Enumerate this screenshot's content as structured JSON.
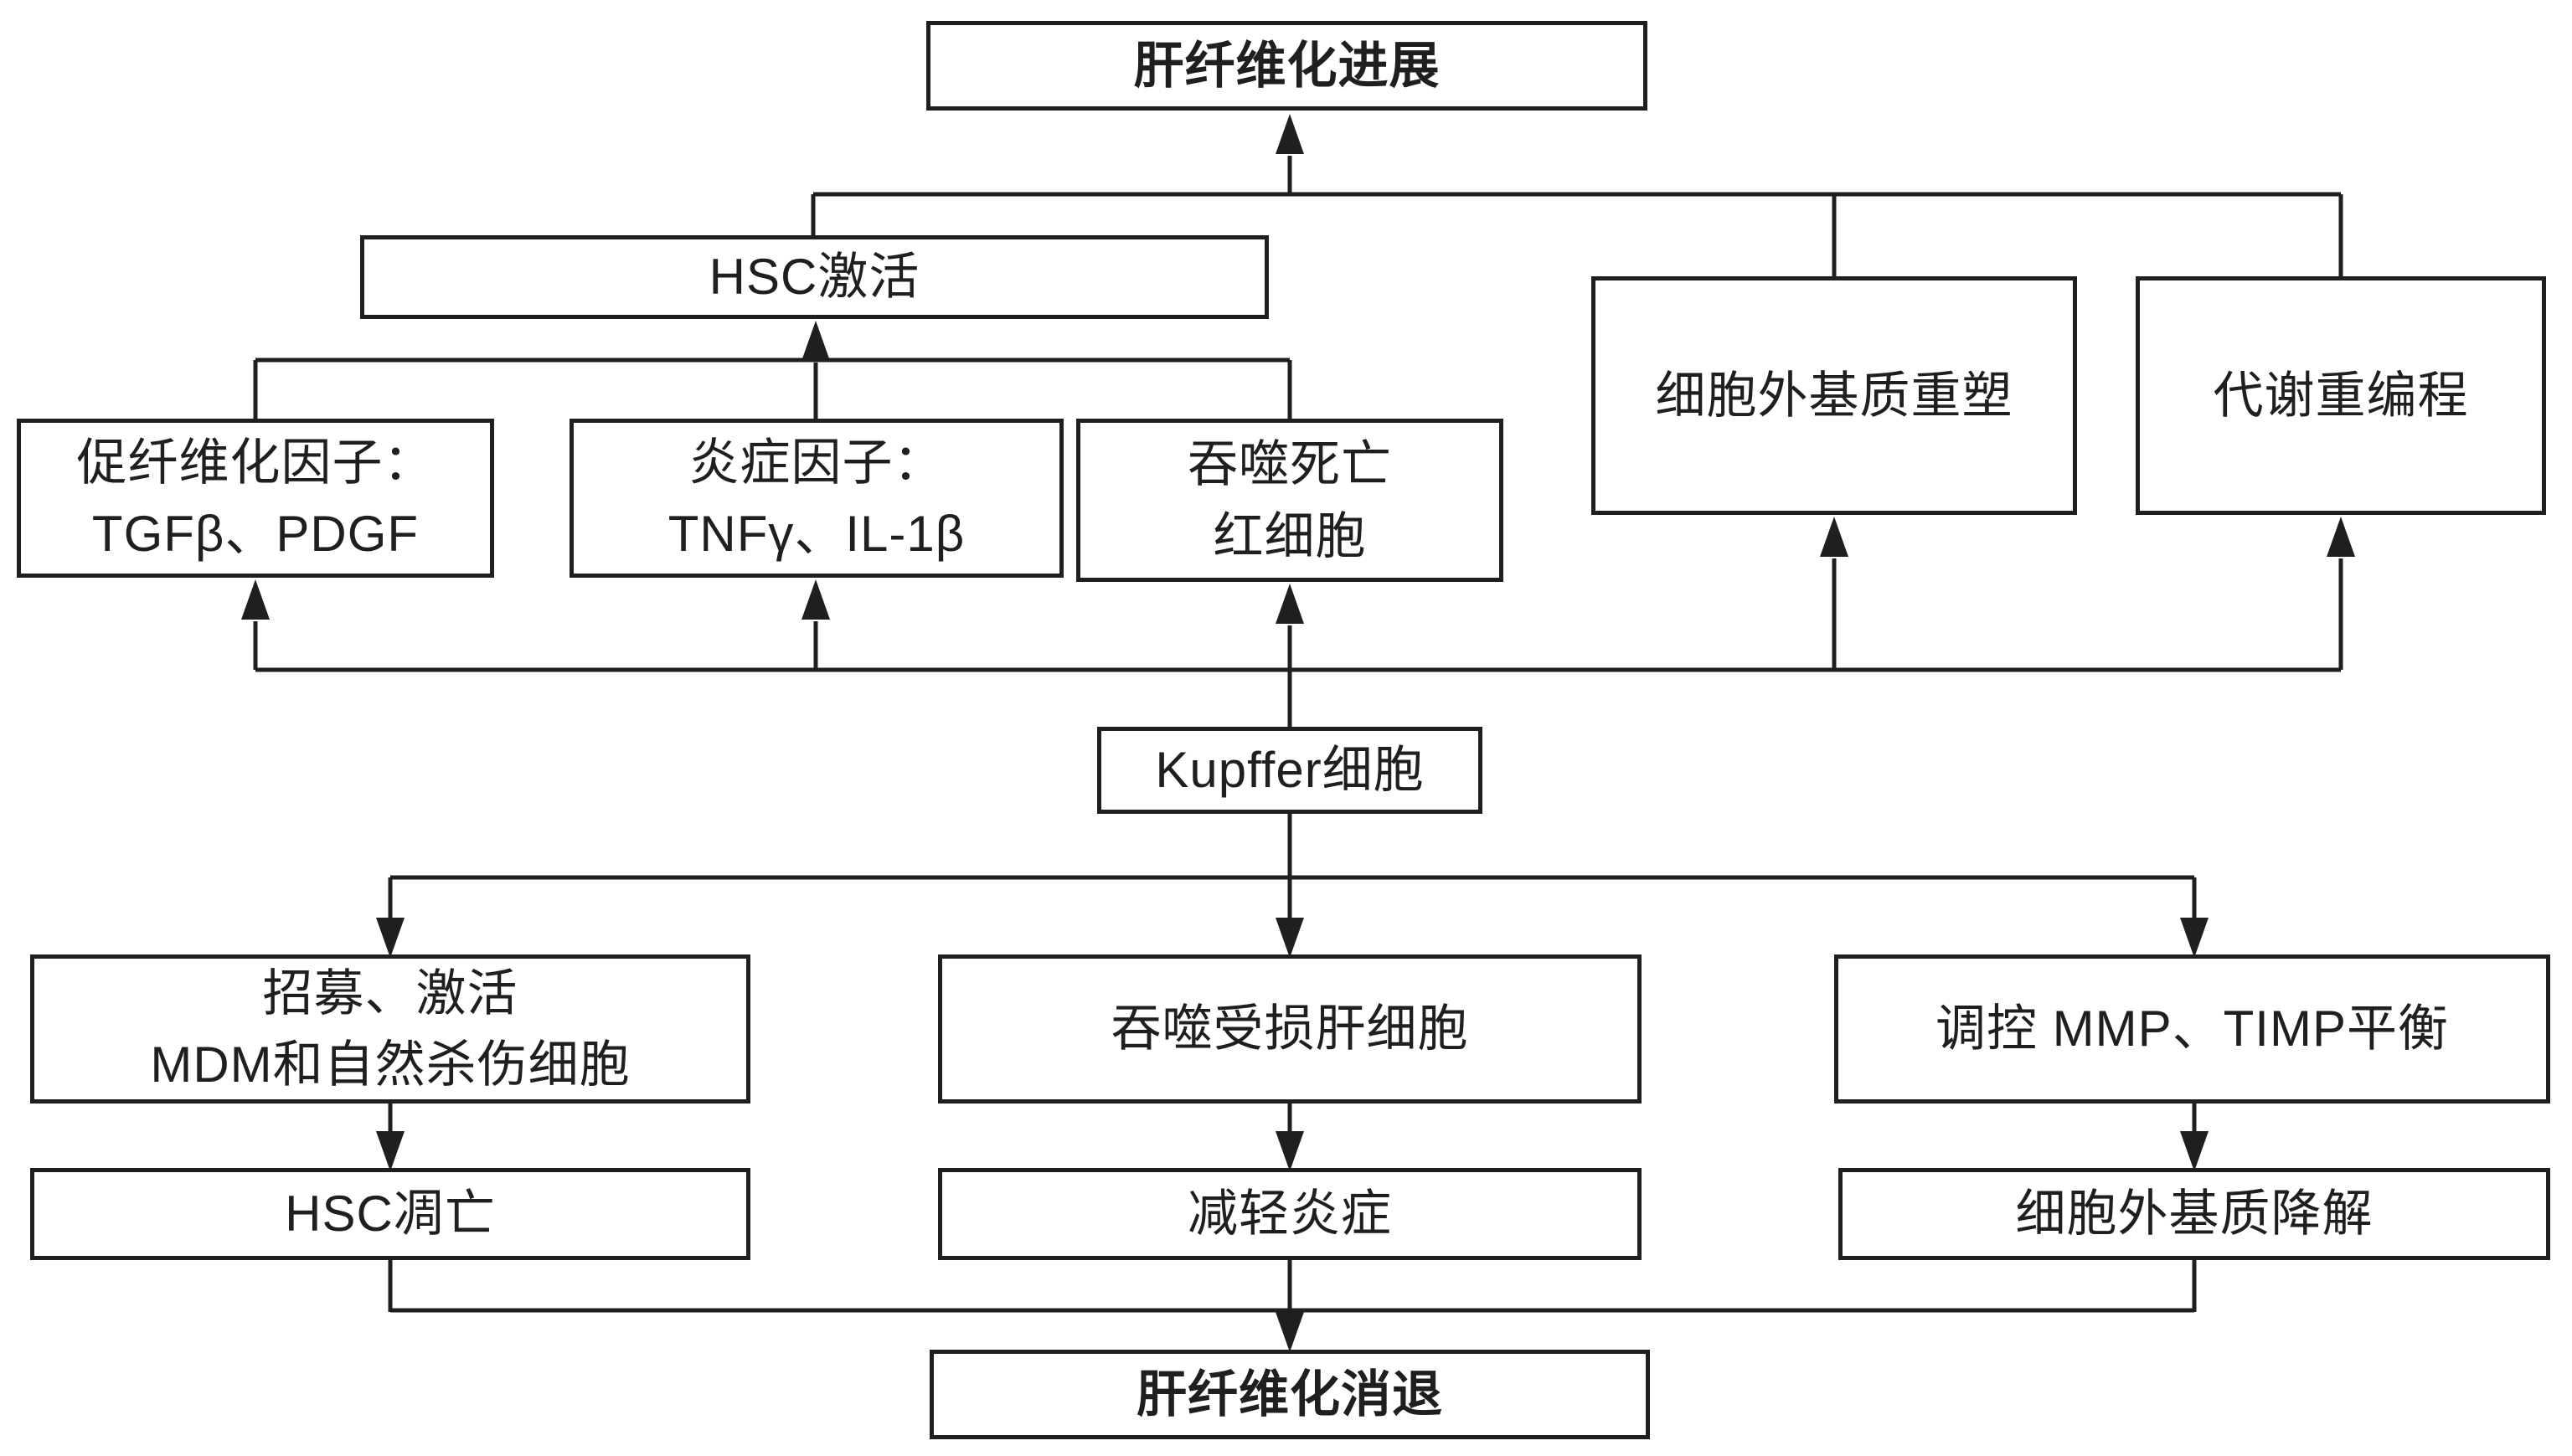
{
  "diagram": {
    "colors": {
      "background": "#ffffff",
      "line": "#1f1f1f",
      "text": "#1f1f1f"
    },
    "nodes": {
      "fibrosis_progression": "肝纤维化进展",
      "hsc_activation": "HSC激活",
      "profibrotic_factors": "促纤维化因子：\nTGFβ、PDGF",
      "inflammatory_factors": "炎症因子：\nTNFγ、IL-1β",
      "phagocytose_dead_rbc": "吞噬死亡\n红细胞",
      "ecm_remodeling": "细胞外基质重塑",
      "metabolic_reprogramming": "代谢重编程",
      "kupffer_cell": "Kupffer细胞",
      "recruit_activate_mdm_nk": "招募、激活\nMDM和自然杀伤细胞",
      "phagocytose_damaged_hepatocytes": "吞噬受损肝细胞",
      "regulate_mmp_timp_balance": "调控 MMP、TIMP平衡",
      "hsc_apoptosis": "HSC凋亡",
      "reduce_inflammation": "减轻炎症",
      "ecm_degradation": "细胞外基质降解",
      "fibrosis_regression": "肝纤维化消退"
    },
    "edges": [
      {
        "from": "kupffer_cell",
        "to": "profibrotic_factors"
      },
      {
        "from": "kupffer_cell",
        "to": "inflammatory_factors"
      },
      {
        "from": "kupffer_cell",
        "to": "phagocytose_dead_rbc"
      },
      {
        "from": "kupffer_cell",
        "to": "ecm_remodeling"
      },
      {
        "from": "kupffer_cell",
        "to": "metabolic_reprogramming"
      },
      {
        "from": "profibrotic_factors",
        "to": "hsc_activation"
      },
      {
        "from": "inflammatory_factors",
        "to": "hsc_activation"
      },
      {
        "from": "phagocytose_dead_rbc",
        "to": "hsc_activation"
      },
      {
        "from": "hsc_activation",
        "to": "fibrosis_progression"
      },
      {
        "from": "ecm_remodeling",
        "to": "fibrosis_progression"
      },
      {
        "from": "metabolic_reprogramming",
        "to": "fibrosis_progression"
      },
      {
        "from": "kupffer_cell",
        "to": "recruit_activate_mdm_nk"
      },
      {
        "from": "kupffer_cell",
        "to": "phagocytose_damaged_hepatocytes"
      },
      {
        "from": "kupffer_cell",
        "to": "regulate_mmp_timp_balance"
      },
      {
        "from": "recruit_activate_mdm_nk",
        "to": "hsc_apoptosis"
      },
      {
        "from": "phagocytose_damaged_hepatocytes",
        "to": "reduce_inflammation"
      },
      {
        "from": "regulate_mmp_timp_balance",
        "to": "ecm_degradation"
      },
      {
        "from": "hsc_apoptosis",
        "to": "fibrosis_regression"
      },
      {
        "from": "reduce_inflammation",
        "to": "fibrosis_regression"
      },
      {
        "from": "ecm_degradation",
        "to": "fibrosis_regression"
      }
    ]
  }
}
